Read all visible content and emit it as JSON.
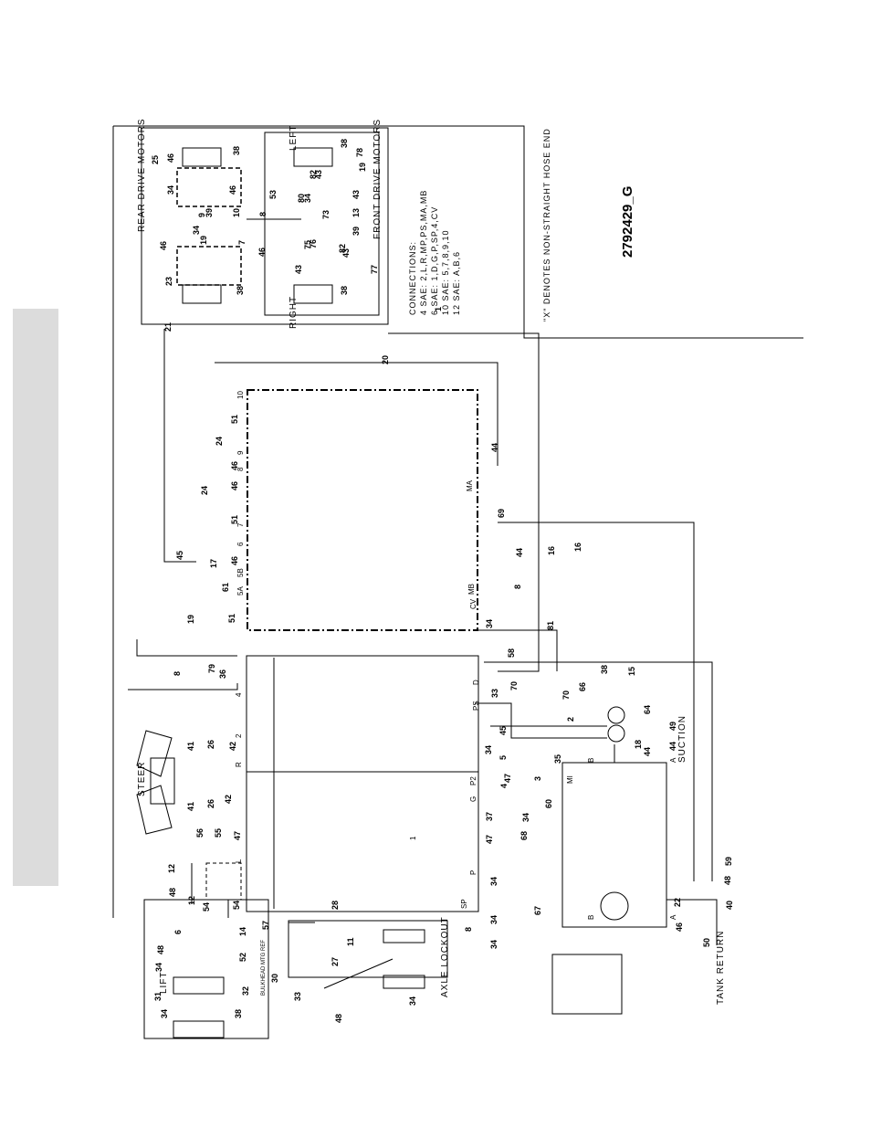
{
  "drawing_number": "2792429_G",
  "notes": {
    "connections_heading": "CONNECTIONS:",
    "connection_lines": [
      "4 SAE: 2,L,R,MP,PS,MA,MB",
      "6 SAE: 1,D,G,P,SP,4,CV",
      "10 SAE: 5,7,8,9,10",
      "12 SAE: A,B,6"
    ],
    "hose_note": "\"X\" DENOTES NON-STRAIGHT HOSE END"
  },
  "sections": {
    "rear_drive_motors": "REAR DRIVE MOTORS",
    "front_drive_motors": "FRONT DRIVE MOTORS",
    "left": "LEFT",
    "right": "RIGHT",
    "steer": "STEER",
    "lift": "LIFT",
    "axle_lockout": "AXLE LOCKOUT",
    "suction": "SUCTION",
    "tank_return": "TANK RETURN",
    "bulkhead": "BULKHEAD MTG REF"
  },
  "port_labels": [
    "10",
    "9",
    "8",
    "7",
    "6",
    "5B",
    "5A",
    "MA",
    "MB",
    "CV",
    "D",
    "PS",
    "P2",
    "G",
    "P",
    "SP",
    "R",
    "L",
    "2",
    "4",
    "A",
    "B",
    "MI",
    "1",
    "B",
    "A"
  ],
  "callouts": [
    {
      "t": "25"
    },
    {
      "t": "46"
    },
    {
      "t": "34"
    },
    {
      "t": "46"
    },
    {
      "t": "38"
    },
    {
      "t": "9"
    },
    {
      "t": "10"
    },
    {
      "t": "34"
    },
    {
      "t": "39"
    },
    {
      "t": "19"
    },
    {
      "t": "7"
    },
    {
      "t": "46"
    },
    {
      "t": "46"
    },
    {
      "t": "23"
    },
    {
      "t": "38"
    },
    {
      "t": "8"
    },
    {
      "t": "53"
    },
    {
      "t": "73"
    },
    {
      "t": "80"
    },
    {
      "t": "34"
    },
    {
      "t": "82"
    },
    {
      "t": "43"
    },
    {
      "t": "43"
    },
    {
      "t": "13"
    },
    {
      "t": "38"
    },
    {
      "t": "78"
    },
    {
      "t": "19"
    },
    {
      "t": "39"
    },
    {
      "t": "75"
    },
    {
      "t": "76"
    },
    {
      "t": "82"
    },
    {
      "t": "43"
    },
    {
      "t": "43"
    },
    {
      "t": "38"
    },
    {
      "t": "77"
    },
    {
      "t": "21"
    },
    {
      "t": "20"
    },
    {
      "t": "1"
    },
    {
      "t": "51"
    },
    {
      "t": "24"
    },
    {
      "t": "24"
    },
    {
      "t": "46"
    },
    {
      "t": "46"
    },
    {
      "t": "51"
    },
    {
      "t": "45"
    },
    {
      "t": "17"
    },
    {
      "t": "46"
    },
    {
      "t": "61"
    },
    {
      "t": "51"
    },
    {
      "t": "19"
    },
    {
      "t": "44"
    },
    {
      "t": "69"
    },
    {
      "t": "44"
    },
    {
      "t": "8"
    },
    {
      "t": "16"
    },
    {
      "t": "16"
    },
    {
      "t": "34"
    },
    {
      "t": "81"
    },
    {
      "t": "8"
    },
    {
      "t": "79"
    },
    {
      "t": "36"
    },
    {
      "t": "58"
    },
    {
      "t": "33"
    },
    {
      "t": "70"
    },
    {
      "t": "70"
    },
    {
      "t": "15"
    },
    {
      "t": "38"
    },
    {
      "t": "2"
    },
    {
      "t": "66"
    },
    {
      "t": "64"
    },
    {
      "t": "18"
    },
    {
      "t": "49"
    },
    {
      "t": "44"
    },
    {
      "t": "44"
    },
    {
      "t": "41"
    },
    {
      "t": "26"
    },
    {
      "t": "42"
    },
    {
      "t": "26"
    },
    {
      "t": "42"
    },
    {
      "t": "41"
    },
    {
      "t": "34"
    },
    {
      "t": "45"
    },
    {
      "t": "5"
    },
    {
      "t": "47"
    },
    {
      "t": "4"
    },
    {
      "t": "3"
    },
    {
      "t": "35"
    },
    {
      "t": "60"
    },
    {
      "t": "34"
    },
    {
      "t": "37"
    },
    {
      "t": "47"
    },
    {
      "t": "68"
    },
    {
      "t": "56"
    },
    {
      "t": "55"
    },
    {
      "t": "47"
    },
    {
      "t": "12"
    },
    {
      "t": "48"
    },
    {
      "t": "12"
    },
    {
      "t": "54"
    },
    {
      "t": "54"
    },
    {
      "t": "57"
    },
    {
      "t": "34"
    },
    {
      "t": "34"
    },
    {
      "t": "8"
    },
    {
      "t": "34"
    },
    {
      "t": "59"
    },
    {
      "t": "48"
    },
    {
      "t": "40"
    },
    {
      "t": "22"
    },
    {
      "t": "46"
    },
    {
      "t": "50"
    },
    {
      "t": "67"
    },
    {
      "t": "6"
    },
    {
      "t": "14"
    },
    {
      "t": "48"
    },
    {
      "t": "34"
    },
    {
      "t": "52"
    },
    {
      "t": "30"
    },
    {
      "t": "31"
    },
    {
      "t": "32"
    },
    {
      "t": "34"
    },
    {
      "t": "38"
    },
    {
      "t": "28"
    },
    {
      "t": "11"
    },
    {
      "t": "27"
    },
    {
      "t": "33"
    },
    {
      "t": "48"
    },
    {
      "t": "34"
    }
  ]
}
